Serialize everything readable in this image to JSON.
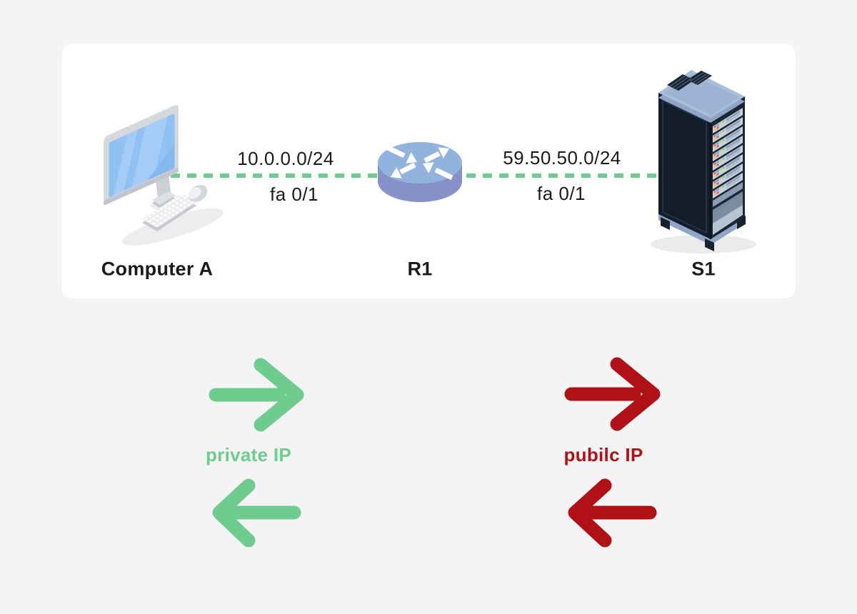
{
  "page": {
    "background": "#f4f4f5",
    "card_background": "#ffffff"
  },
  "colors": {
    "link_green": "#6ecd8e",
    "private_ip_green": "#6ecd8e",
    "public_ip_red": "#b01116",
    "label_text": "#1b1b1b",
    "router_top": "#93b3df",
    "router_body": "#8691c9"
  },
  "diagram": {
    "nodes": [
      {
        "id": "computer-a",
        "label": "Computer A",
        "icon": "desktop-computer-icon"
      },
      {
        "id": "r1",
        "label": "R1",
        "icon": "router-icon"
      },
      {
        "id": "s1",
        "label": "S1",
        "icon": "server-rack-icon"
      }
    ],
    "links": [
      {
        "from": "computer-a",
        "to": "r1",
        "network": "10.0.0.0/24",
        "interface": "fa 0/1",
        "style": "dashed",
        "color": "#6ecd8e"
      },
      {
        "from": "r1",
        "to": "s1",
        "network": "59.50.50.0/24",
        "interface": "fa 0/1",
        "style": "dashed",
        "color": "#6ecd8e"
      }
    ]
  },
  "legend": {
    "private": {
      "label": "private IP",
      "color": "#6ecd8e",
      "arrows": [
        "right",
        "left"
      ]
    },
    "public": {
      "label": "pubilc IP",
      "color": "#b01116",
      "arrows": [
        "right",
        "left"
      ]
    }
  }
}
